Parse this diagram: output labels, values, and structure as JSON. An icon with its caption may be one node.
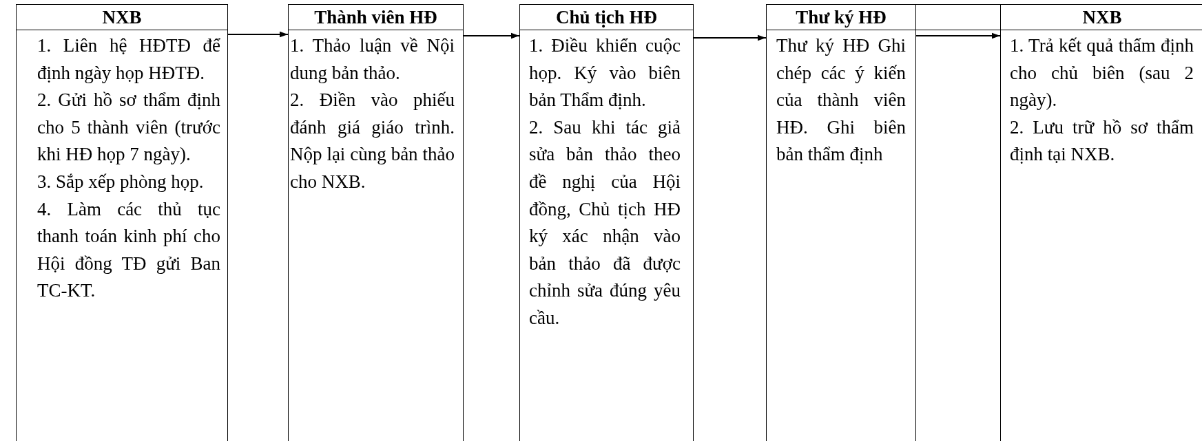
{
  "diagram": {
    "nodes": [
      {
        "text": [
          "NXB",
          "1. Liên hệ HĐTĐ để định ngày họp HĐTĐ.",
          "2. Gửi hồ sơ thẩm định cho 5 thành viên (trước khi HĐ họp 7 ngày).",
          "3. Sắp xếp phòng họp.",
          "4. Làm các thủ tục thanh toán kinh phí cho Hội đồng TĐ gửi Ban TC-KT."
        ]
      },
      {
        "text": [
          "Thành viên HĐ",
          "1. Thảo luận về Nội dung bản thảo.",
          "2. Điền vào phiếu đánh giá giáo trình. Nộp lại cùng bản thảo cho NXB."
        ]
      },
      {
        "text": [
          "Chủ tịch HĐ",
          "1. Điều khiển cuộc họp. Ký vào biên bản Thẩm định.",
          "2. Sau khi tác giả sửa bản thảo theo đề nghị của Hội đồng, Chủ tịch HĐ ký xác nhận vào bản thảo đã được chỉnh sửa đúng yêu cầu."
        ]
      },
      {
        "text": [
          "Thư ký HĐ",
          "Thư ký HĐ Ghi chép các ý kiến của thành viên HĐ. Ghi biên bản thẩm định"
        ]
      },
      {
        "text": [
          "NXB",
          "1. Trả kết quả thẩm định cho chủ biên (sau 2 ngày).",
          "2. Lưu trữ hồ sơ thẩm định tại NXB."
        ]
      }
    ],
    "edges": [
      {
        "from": 0,
        "to": 1,
        "arrow": "to"
      },
      {
        "from": 1,
        "to": 2,
        "arrow": "to"
      },
      {
        "from": 2,
        "to": 3,
        "arrow": "to"
      },
      {
        "from": 3,
        "to": 4,
        "arrow": "to"
      }
    ]
  }
}
